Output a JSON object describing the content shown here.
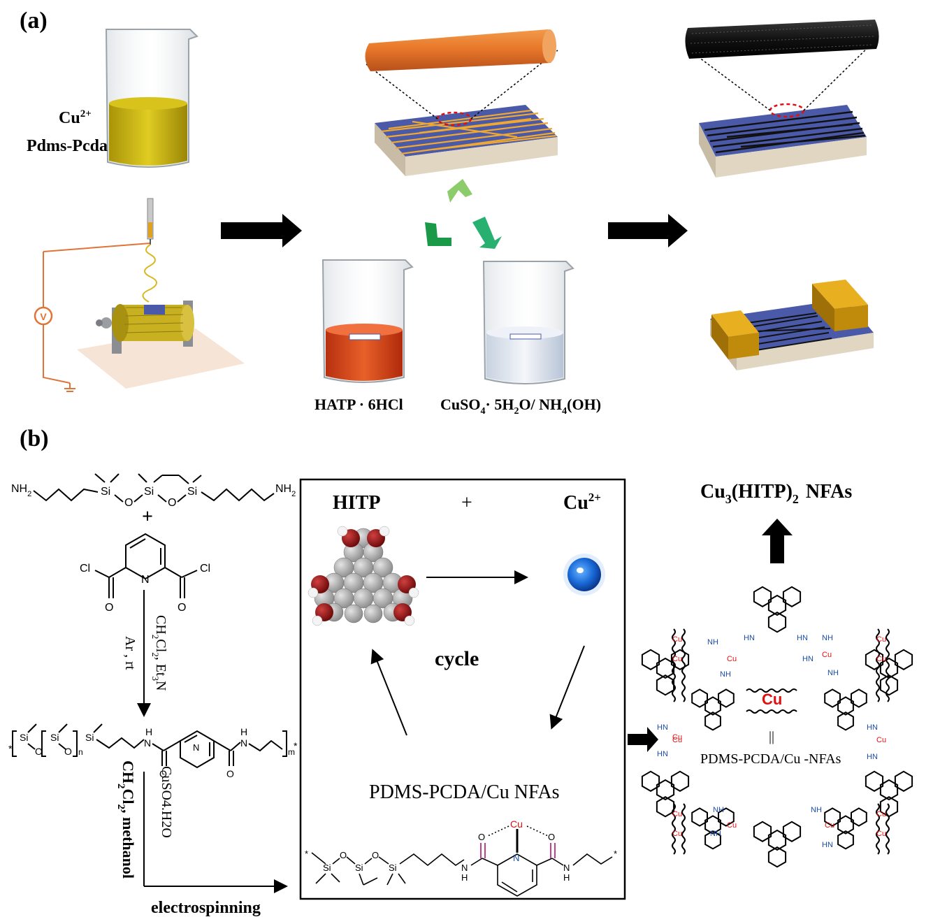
{
  "panel_a": {
    "label": "(a)",
    "beaker_ion": "Cu",
    "beaker_ion_sup": "2+",
    "beaker_polymer": "Pdms-Pcda",
    "voltage_symbol": "V",
    "bath1_label": "HATP · 6HCl",
    "bath2_label": {
      "a": "CuSO",
      "a_sub": "4",
      "b": "· 5H",
      "b_sub": "2",
      "c": "O/ NH",
      "c_sub": "4",
      "d": "(OH)"
    }
  },
  "panel_b": {
    "label": "(b)",
    "monomer1": {
      "nh2_left": "NH",
      "nh2_left_sub": "2",
      "nh2_right": "NH",
      "nh2_right_sub": "2",
      "si": "Si",
      "o": "O"
    },
    "plus": "+",
    "monomer2": {
      "cl_left": "Cl",
      "cl_right": "Cl",
      "n": "N",
      "o": "O"
    },
    "step1_conditions_a": "CH",
    "step1_conditions_a_sub1": "2",
    "step1_conditions_a2": "Cl",
    "step1_conditions_a_sub2": "2",
    "step1_conditions_a3": ", Et",
    "step1_conditions_a_sub3": "3",
    "step1_conditions_a4": "N",
    "step1_conditions_b": "Ar , rt",
    "polymer": {
      "si": "Si",
      "o": "O",
      "n_sub": "n",
      "m_sub": "m",
      "nh": "NH",
      "h": "H",
      "n": "N",
      "star": "*"
    },
    "step2_solvent_a": "CH",
    "step2_solvent_sub1": "2",
    "step2_solvent_b": "Cl",
    "step2_solvent_sub2": "2",
    "step2_solvent_c": ", methanol",
    "step2_salt": "CuSO4.H2O",
    "step2_process": "electrospinning",
    "cycle_box": {
      "hitp_label": "HITP",
      "plus": "+",
      "cu_label": "Cu",
      "cu_sup": "2+",
      "cycle_label": "cycle",
      "nfa_label": "PDMS-PCDA/Cu NFAs",
      "complex_cu": "Cu",
      "complex_o": "O",
      "complex_n": "N",
      "complex_h": "H",
      "complex_si": "Si",
      "star": "*"
    },
    "mof": {
      "product_label": "Cu",
      "product_sub": "3",
      "product_label2": "(HITP)",
      "product_sub2": "2",
      "product_label3": "NFAs",
      "legend_cu": "Cu",
      "legend_equals": "||",
      "legend_fiber": "PDMS-PCDA/Cu -NFAs",
      "nh_label": "NH",
      "hn_label": "HN",
      "cu_label": "Cu"
    }
  },
  "colors": {
    "fiber_orange": "#e8782a",
    "fiber_black": "#111111",
    "substrate_blue": "#4a5aa8",
    "substrate_base": "#d9cdb8",
    "electrode_gold": "#d49a10",
    "solution_yellow": "#c8b414",
    "solution_red": "#d8481a",
    "circuit_orange": "#e07438",
    "recycle_green": "#1a9a48",
    "cu_red": "#e01010",
    "nh_blue": "#1a4cb0",
    "carbonyl_pink": "#c04090",
    "hitp_red": "#a01818",
    "hitp_gray": "#a0a0a0",
    "cu_ball_blue": "#1a6ad8"
  },
  "icons": [
    "beaker-icon",
    "syringe-icon",
    "voltmeter-icon",
    "spinning-drum-icon",
    "recycle-icon",
    "arrow-right-icon",
    "electrode-device-icon"
  ]
}
